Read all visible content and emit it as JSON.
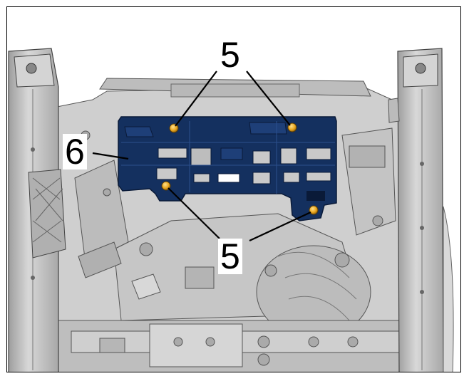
{
  "callouts": {
    "top_fastener": "5",
    "side_bracket": "6",
    "bottom_fastener": "5"
  },
  "colors": {
    "bracket": "#14305f",
    "frame_metal": "#c9c9c9",
    "fastener": "#e8a51e"
  }
}
